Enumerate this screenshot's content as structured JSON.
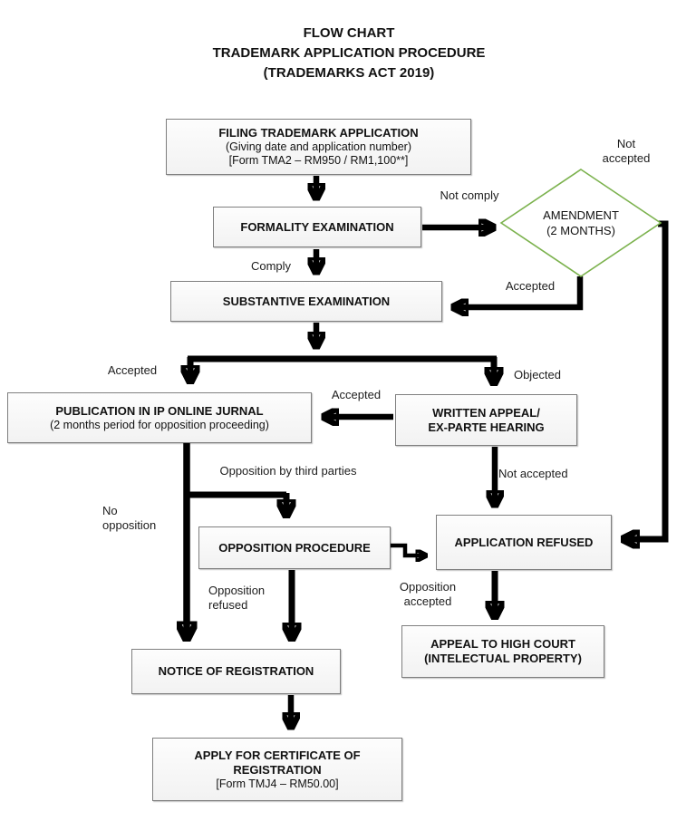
{
  "title": {
    "line1": "FLOW CHART",
    "line2": "TRADEMARK APPLICATION PROCEDURE",
    "line3": "(TRADEMARKS ACT 2019)"
  },
  "nodes": {
    "filing": {
      "title": "FILING TRADEMARK APPLICATION",
      "sub1": "(Giving date and application number)",
      "sub2": "[Form TMA2 – RM950 / RM1,100**]"
    },
    "formality": {
      "title": "FORMALITY EXAMINATION"
    },
    "amendment": {
      "line1": "AMENDMENT",
      "line2": "(2 MONTHS)"
    },
    "substantive": {
      "title": "SUBSTANTIVE EXAMINATION"
    },
    "publication": {
      "title": "PUBLICATION IN IP ONLINE JURNAL",
      "sub1": "(2 months period for opposition proceeding)"
    },
    "written_appeal": {
      "title1": "WRITTEN APPEAL/",
      "title2": "EX-PARTE HEARING"
    },
    "opposition_procedure": {
      "title": "OPPOSITION PROCEDURE"
    },
    "application_refused": {
      "title": "APPLICATION REFUSED"
    },
    "appeal_high_court": {
      "title1": "APPEAL TO HIGH COURT",
      "title2": "(INTELECTUAL PROPERTY)"
    },
    "notice_registration": {
      "title": "NOTICE OF REGISTRATION"
    },
    "apply_certificate": {
      "title1": "APPLY FOR CERTIFICATE OF",
      "title2": "REGISTRATION",
      "sub": "[Form TMJ4 – RM50.00]"
    }
  },
  "edge_labels": {
    "not_comply": "Not comply",
    "not_accepted_top": "Not accepted",
    "comply": "Comply",
    "accepted_diamond": "Accepted",
    "accepted_left": "Accepted",
    "objected": "Objected",
    "accepted_mid": "Accepted",
    "not_accepted_mid": "Not accepted",
    "opposition_third_parties": "Opposition by third parties",
    "no_opposition": "No opposition",
    "opposition_refused": "Opposition refused",
    "opposition_accepted": "Opposition accepted"
  },
  "colors": {
    "arrow": "#000000",
    "diamond_border": "#7cb24e",
    "box_border": "#7e7e7e"
  }
}
